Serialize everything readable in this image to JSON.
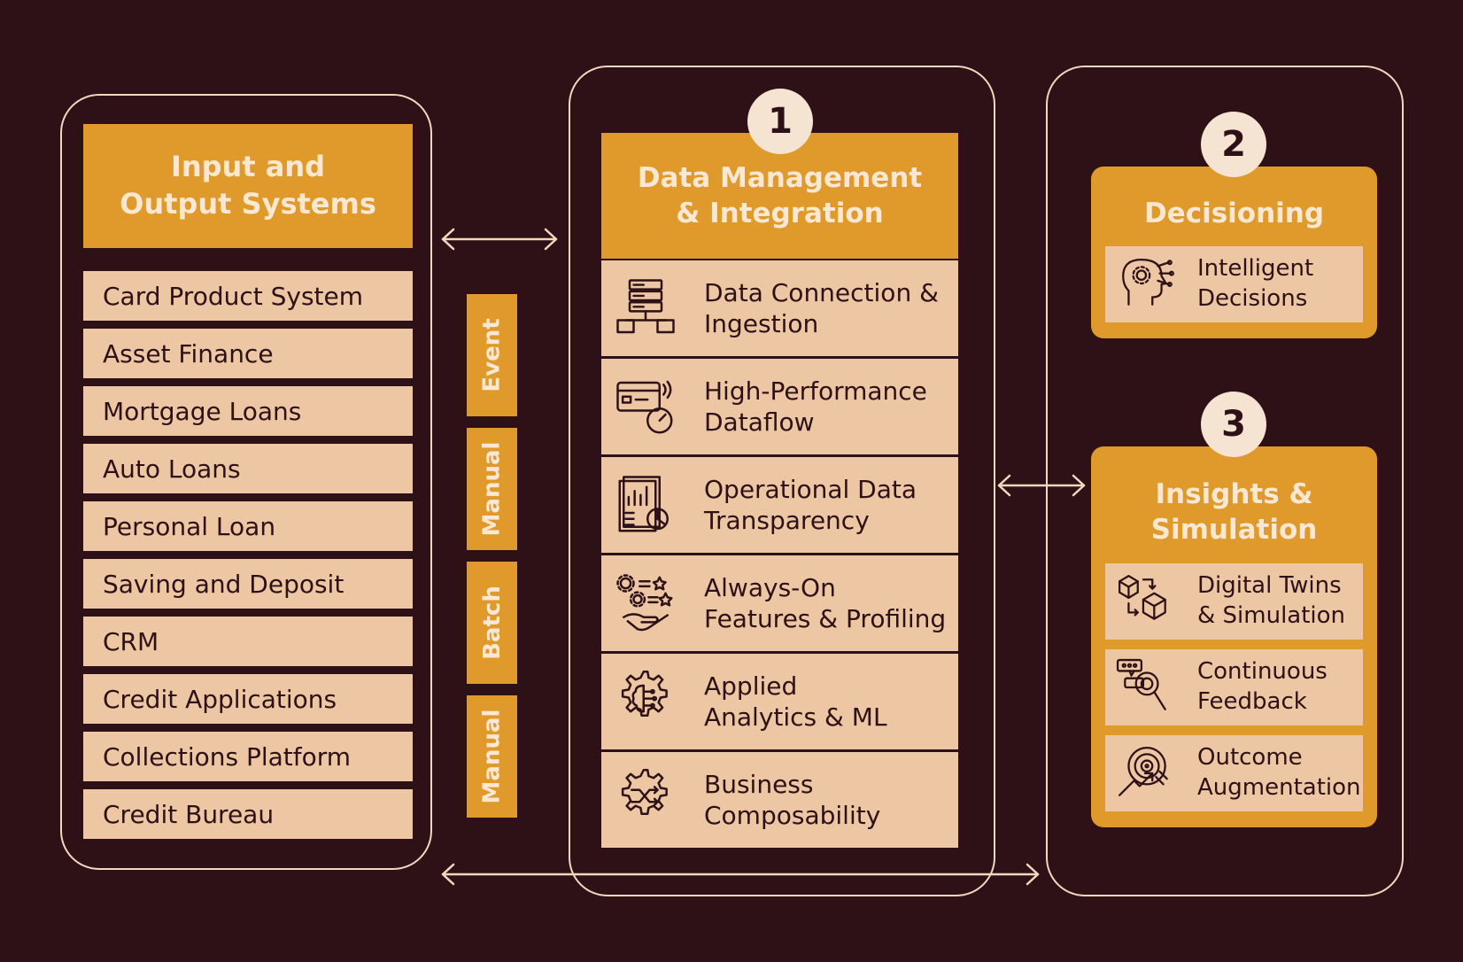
{
  "io_systems": {
    "title": "Input and\nOutput Systems",
    "items": [
      "Card Product System",
      "Asset Finance",
      "Mortgage Loans",
      "Auto Loans",
      "Personal Loan",
      "Saving and Deposit",
      "CRM",
      "Credit Applications",
      "Collections Platform",
      "Credit Bureau"
    ]
  },
  "channels": [
    "Event",
    "Manual",
    "Batch",
    "Manual"
  ],
  "data_management": {
    "number": "1",
    "title": "Data Management\n& Integration",
    "items": [
      {
        "label": "Data Connection &\nIngestion",
        "icon": "server-network-icon"
      },
      {
        "label": "High-Performance\nDataflow",
        "icon": "card-gauge-icon"
      },
      {
        "label": "Operational Data\nTransparency",
        "icon": "report-chart-icon"
      },
      {
        "label": "Always-On\nFeatures & Profiling",
        "icon": "gears-hand-icon"
      },
      {
        "label": "Applied\nAnalytics & ML",
        "icon": "brain-gear-icon"
      },
      {
        "label": "Business\nComposability",
        "icon": "shuffle-gear-icon"
      }
    ]
  },
  "decisioning": {
    "number": "2",
    "title": "Decisioning",
    "items": [
      {
        "label": "Intelligent\nDecisions",
        "icon": "ai-head-icon"
      }
    ]
  },
  "insights": {
    "number": "3",
    "title": "Insights &\nSimulation",
    "items": [
      {
        "label": "Digital Twins\n& Simulation",
        "icon": "cubes-icon"
      },
      {
        "label": "Continuous\nFeedback",
        "icon": "feedback-search-icon"
      },
      {
        "label": "Outcome\nAugmentation",
        "icon": "target-arrow-icon"
      }
    ]
  },
  "colors": {
    "background": "#2d1116",
    "accent": "#e09a2b",
    "item": "#edc7a3",
    "outline": "#f1d8bf"
  }
}
